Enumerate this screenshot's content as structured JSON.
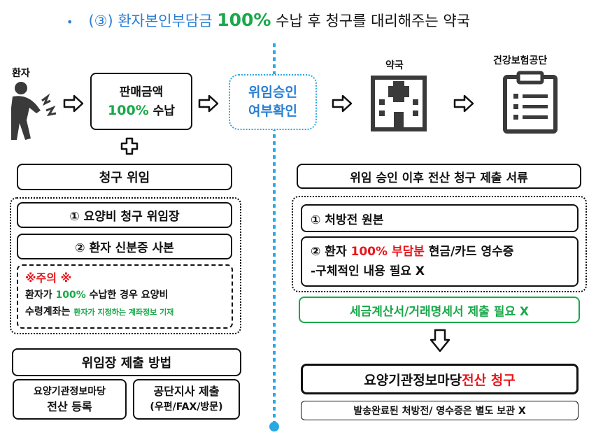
{
  "title": {
    "bullet": "•",
    "prefix": "(③) 환자본인부담금 ",
    "highlight": "100%",
    "suffix": " 수납 후 청구를 대리해주는 약국"
  },
  "actors": {
    "patient": "환자",
    "pharmacy": "약국",
    "nhis": "건강보험공단"
  },
  "sale": {
    "line1": "판매금액",
    "pct": "100%",
    "line2": " 수납"
  },
  "approval": {
    "line1": "위임승인",
    "line2": "여부확인"
  },
  "left": {
    "header": "청구 위임",
    "item1": "① 요양비 청구 위임장",
    "item2": "② 환자 신분증 사본",
    "caution": {
      "title": "※주의 ※",
      "line1_a": "환자가 ",
      "line1_pct": "100%",
      "line1_b": " 수납한 경우 요양비",
      "line2_a": "수령계좌는 ",
      "line2_green": "환자가 지정하는 계좌정보 기재"
    },
    "method_header": "위임장 제출 방법",
    "method1_line1": "요양기관정보마당",
    "method1_line2": "전산 등록",
    "method2_line1": "공단지사 제출",
    "method2_line2": "(우편/FAX/방문)"
  },
  "right": {
    "header": "위임 승인 이후 전산 청구 제출 서류",
    "doc1": "① 처방전 원본",
    "doc2_a": "② 환자 ",
    "doc2_red": "100% 부담분",
    "doc2_b": " 현금/카드 영수증",
    "doc2_line2": "-구체적인 내용 필요 X",
    "tax_note": "세금계산서/거래명세서 제출 필요 X",
    "submit_a": "요양기관정보마당 ",
    "submit_red": "전산 청구",
    "keep_note": "발송완료된 처방전/ 영수증은 별도 보관 X"
  },
  "colors": {
    "green": "#1aa84a",
    "red": "#e8161b",
    "blue": "#2a7fd4",
    "dotted_blue": "#29a9e1",
    "icon": "#3a3a3a"
  }
}
